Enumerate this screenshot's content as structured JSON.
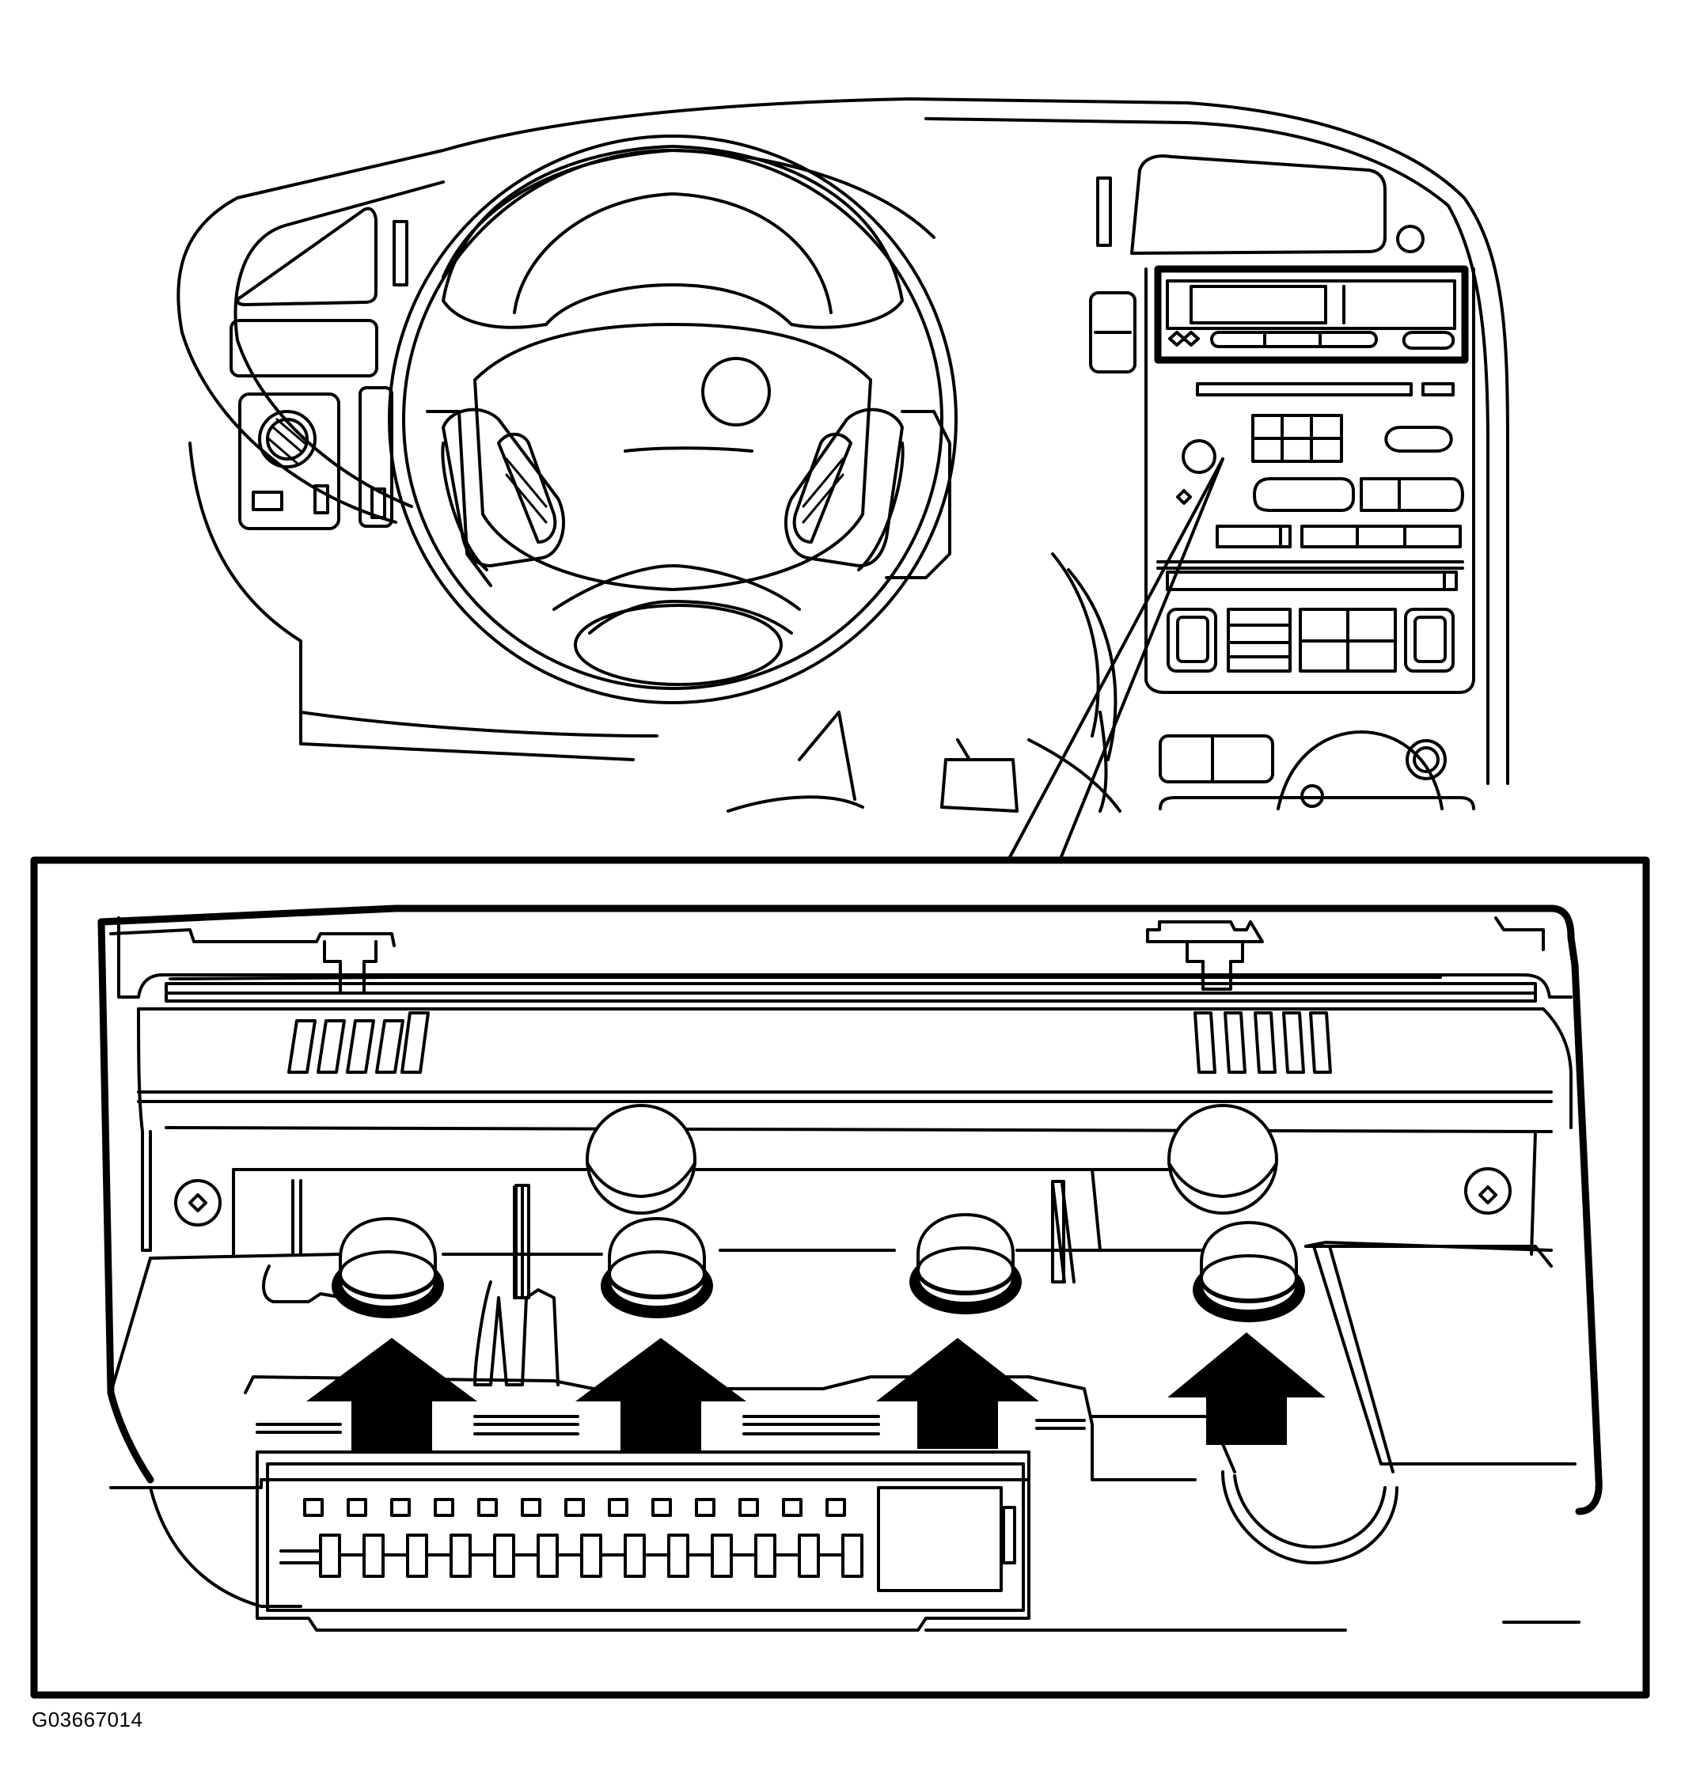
{
  "figure": {
    "id_code": "G03667014",
    "line_color": "#000000",
    "background": "#ffffff",
    "arrow_count": 4
  },
  "icons": {
    "dashboard": "dashboard-overview-illustration",
    "steering_wheel": "steering-wheel-illustration",
    "control_panel": "climate-control-panel-illustration",
    "connector": "electrical-connector-illustration",
    "arrow": "up-arrow-icon"
  }
}
